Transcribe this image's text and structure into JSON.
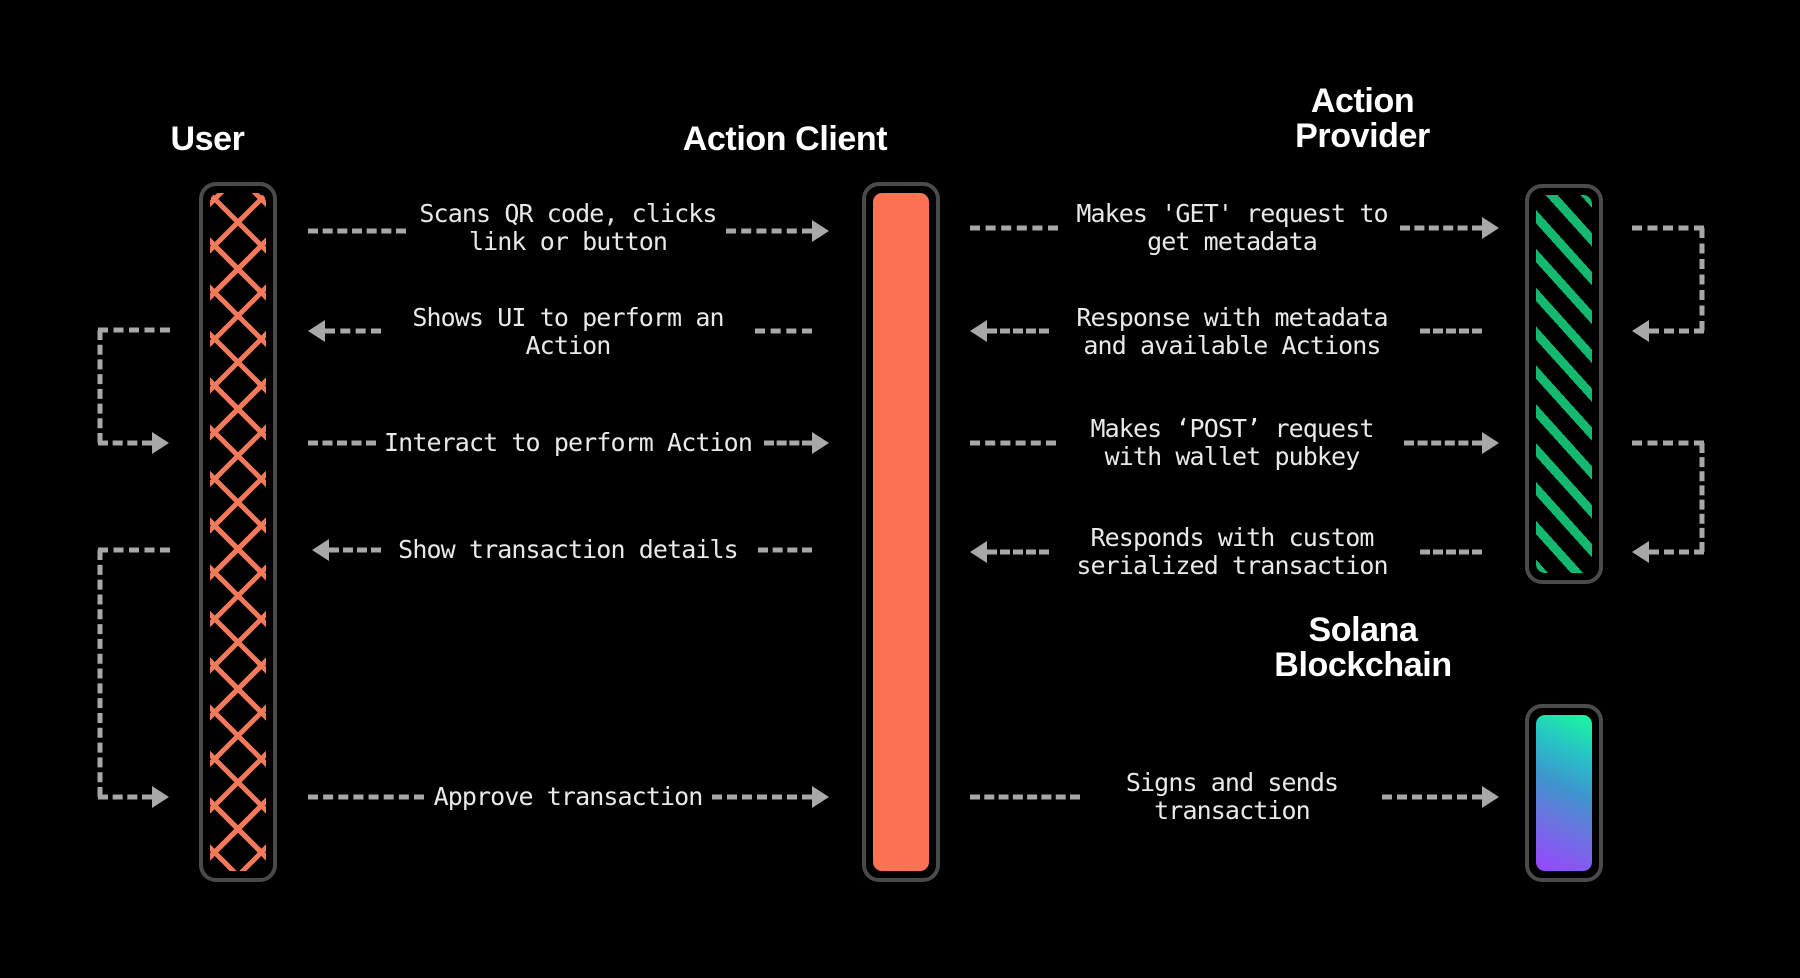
{
  "diagram": {
    "title": "Solana Actions and Blinks sequence diagram",
    "background_color": "#000000",
    "colors": {
      "user_hatch": "#F4795B",
      "action_client_fill": "#FB7352",
      "action_provider_stripes": "#14B86E",
      "solana_gradient_start": "#19FB9B",
      "solana_gradient_mid": "#3E95CE",
      "solana_gradient_end": "#9945FF",
      "lifeline_border": "#4a4a4a",
      "arrow": "#a8a8a8",
      "label_text": "#e9e9e9",
      "title_text": "#ffffff"
    }
  },
  "participants": [
    {
      "id": "user",
      "title": "User",
      "fill_style": "cross-hatch"
    },
    {
      "id": "action_client",
      "title": "Action Client",
      "fill_style": "solid"
    },
    {
      "id": "action_provider",
      "title": "Action\nProvider",
      "fill_style": "diagonal-stripes"
    },
    {
      "id": "solana",
      "title": "Solana\nBlockchain",
      "fill_style": "gradient"
    }
  ],
  "messages_left": [
    {
      "id": "m1",
      "label": "Scans QR code, clicks\nlink or button",
      "from": "user",
      "to": "action_client",
      "direction": "right"
    },
    {
      "id": "m2",
      "label": "Shows UI to perform an\nAction",
      "from": "action_client",
      "to": "user",
      "direction": "left"
    },
    {
      "id": "m3",
      "label": "Interact to perform Action",
      "from": "user",
      "to": "action_client",
      "direction": "right"
    },
    {
      "id": "m4",
      "label": "Show transaction details",
      "from": "action_client",
      "to": "user",
      "direction": "left"
    },
    {
      "id": "m5",
      "label": "Approve transaction",
      "from": "user",
      "to": "action_client",
      "direction": "right"
    }
  ],
  "messages_right": [
    {
      "id": "r1",
      "label": "Makes 'GET' request to\nget metadata",
      "from": "action_client",
      "to": "action_provider",
      "direction": "right"
    },
    {
      "id": "r2",
      "label": "Response with metadata\nand available Actions",
      "from": "action_provider",
      "to": "action_client",
      "direction": "left"
    },
    {
      "id": "r3",
      "label": "Makes ‘POST’ request\nwith wallet pubkey",
      "from": "action_client",
      "to": "action_provider",
      "direction": "right"
    },
    {
      "id": "r4",
      "label": "Responds with custom\nserialized transaction",
      "from": "action_provider",
      "to": "action_client",
      "direction": "left"
    },
    {
      "id": "r5",
      "label": "Signs and sends\ntransaction",
      "from": "action_client",
      "to": "solana",
      "direction": "right"
    }
  ],
  "self_loops": [
    {
      "id": "sl1",
      "side": "left",
      "participant": "user"
    },
    {
      "id": "sl2",
      "side": "left",
      "participant": "user"
    },
    {
      "id": "sl3",
      "side": "left",
      "participant": "user"
    },
    {
      "id": "sl4",
      "side": "right",
      "participant": "action_provider"
    },
    {
      "id": "sl5",
      "side": "right",
      "participant": "action_provider"
    }
  ]
}
